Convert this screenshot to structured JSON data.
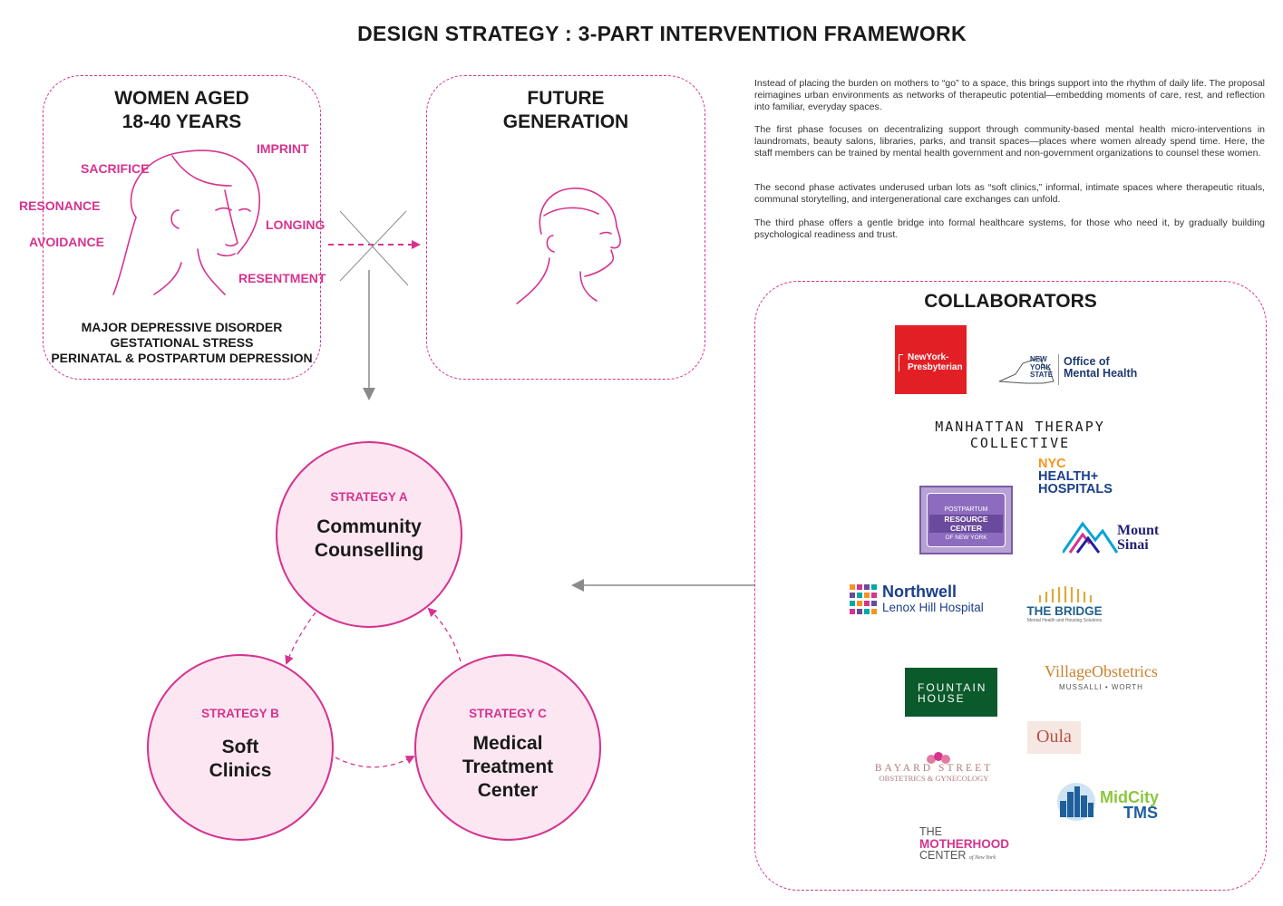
{
  "title": "DESIGN STRATEGY : 3-PART INTERVENTION FRAMEWORK",
  "women_box": {
    "title_line1": "WOMEN AGED",
    "title_line2": "18-40 YEARS",
    "emotions": {
      "imprint": "IMPRINT",
      "sacrifice": "SACRIFICE",
      "resonance": "RESONANCE",
      "longing": "LONGING",
      "avoidance": "AVOIDANCE",
      "resentment": "RESENTMENT"
    },
    "conditions": [
      "MAJOR DEPRESSIVE DISORDER",
      "GESTATIONAL STRESS",
      "PERINATAL & POSTPARTUM DEPRESSION"
    ]
  },
  "future_box": {
    "title_line1": "FUTURE",
    "title_line2": "GENERATION"
  },
  "paragraphs": [
    "Instead of placing the burden on mothers to “go” to a space, this brings support into the rhythm of daily life. The proposal reimagines urban environments as networks of therapeutic potential—embedding moments of care, rest, and reflection into familiar, everyday spaces.",
    "The first phase focuses on decentralizing support through community-based mental health micro-interventions in laundromats, beauty salons, libraries, parks, and transit spaces—places where women already spend time. Here, the staff members can be trained by mental health government and non-government organizations to counsel these women.",
    "The second phase activates underused urban lots as “soft clinics,” informal, intimate spaces where therapeutic rituals, communal storytelling, and intergenerational care exchanges can unfold.",
    "The third phase offers a gentle bridge into formal healthcare systems, for those who need it, by gradually building psychological readiness and trust."
  ],
  "strategies": {
    "a": {
      "label": "STRATEGY A",
      "line1": "Community",
      "line2": "Counselling"
    },
    "b": {
      "label": "STRATEGY B",
      "line1": "Soft",
      "line2": "Clinics"
    },
    "c": {
      "label": "STRATEGY C",
      "line1": "Medical",
      "line2": "Treatment",
      "line3": "Center"
    }
  },
  "collaborators": {
    "title": "COLLABORATORS",
    "nyp": {
      "line1": "NewYork-",
      "line2": "Presbyterian"
    },
    "omh": {
      "state_line1": "NEW",
      "state_line2": "YORK",
      "state_line3": "STATE",
      "line1": "Office of",
      "line2": "Mental Health"
    },
    "mtc": "MANHATTAN THERAPY COLLECTIVE",
    "nyc_hh": {
      "line1": "NYC",
      "line2": "HEALTH+",
      "line3": "HOSPITALS"
    },
    "prc": {
      "top": "POSTPARTUM",
      "middle": "RESOURCE CENTER",
      "bottom": "OF NEW YORK"
    },
    "sinai": {
      "line1": "Mount",
      "line2": "Sinai"
    },
    "northwell": {
      "line1": "Northwell",
      "line2": "Lenox Hill Hospital"
    },
    "bridge": {
      "name": "THE BRIDGE",
      "tag": "Mental Health and Housing Solutions"
    },
    "fountain": {
      "line1": "FOUNTAIN",
      "line2": "HOUSE"
    },
    "village": {
      "name": "VillageObstetrics",
      "sub": "MUSSALLI • WORTH"
    },
    "oula": "Oula",
    "bayard": {
      "line1": "BAYARD STREET",
      "line2": "OBSTETRICS & GYNECOLOGY"
    },
    "midcity": {
      "line1": "MidCity",
      "line2": "TMS"
    },
    "motherhood": {
      "line1": "THE",
      "line2": "MOTHERHOOD",
      "line3": "CENTER",
      "tag": "of New York"
    }
  },
  "colors": {
    "accent": "#d6338f",
    "circle_fill": "#fbe6f2",
    "arrow_gray": "#8a8a8a"
  }
}
